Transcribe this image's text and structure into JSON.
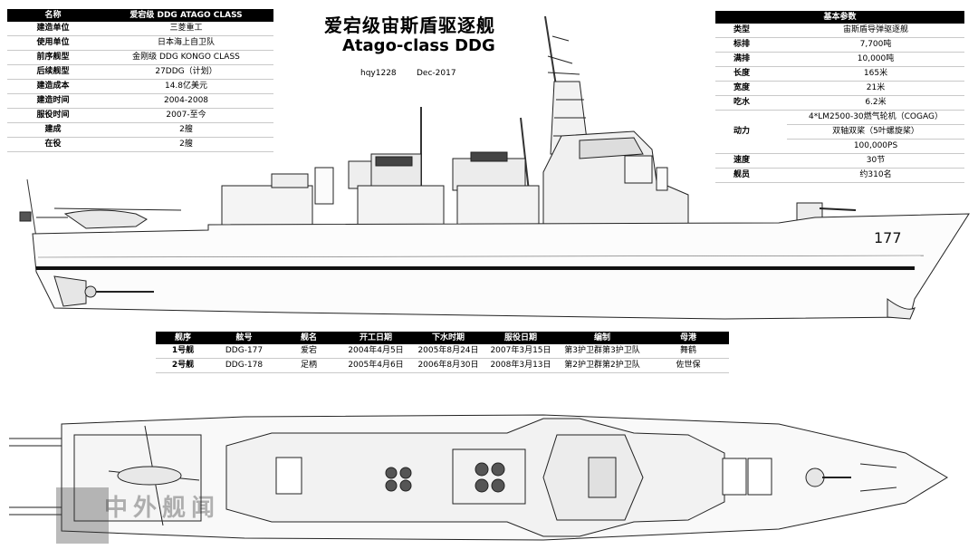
{
  "title_cn": "爱宕级宙斯盾驱逐舰",
  "title_en": "Atago-class DDG",
  "credit_author": "hqy1228",
  "credit_date": "Dec-2017",
  "hull_number": "177",
  "watermark": "中外舰闻",
  "left_spec": {
    "header_key": "名称",
    "header_value": "爱宕级 DDG ATAGO CLASS",
    "rows": [
      {
        "k": "建造单位",
        "v": "三菱重工"
      },
      {
        "k": "使用单位",
        "v": "日本海上自卫队"
      },
      {
        "k": "前序舰型",
        "v": "金刚级 DDG KONGO CLASS"
      },
      {
        "k": "后续舰型",
        "v": "27DDG（计划）"
      },
      {
        "k": "建造成本",
        "v": "14.8亿美元"
      },
      {
        "k": "建造时间",
        "v": "2004-2008"
      },
      {
        "k": "服役时间",
        "v": "2007-至今"
      },
      {
        "k": "建成",
        "v": "2艘"
      },
      {
        "k": "在役",
        "v": "2艘"
      }
    ]
  },
  "right_spec": {
    "header": "基本参数",
    "rows": [
      {
        "k": "类型",
        "v": "宙斯盾导弹驱逐舰"
      },
      {
        "k": "标排",
        "v": "7,700吨"
      },
      {
        "k": "满排",
        "v": "10,000吨"
      },
      {
        "k": "长度",
        "v": "165米"
      },
      {
        "k": "宽度",
        "v": "21米"
      },
      {
        "k": "吃水",
        "v": "6.2米"
      }
    ],
    "power_key": "动力",
    "power_lines": [
      "4*LM2500-30燃气轮机（COGAG）",
      "双轴双桨（5叶螺旋桨）",
      "100,000PS"
    ],
    "tail_rows": [
      {
        "k": "速度",
        "v": "30节"
      },
      {
        "k": "舰员",
        "v": "约310名"
      }
    ]
  },
  "ships_table": {
    "headers": [
      "舰序",
      "舷号",
      "舰名",
      "开工日期",
      "下水时期",
      "服役日期",
      "编制",
      "母港"
    ],
    "rows": [
      [
        "1号舰",
        "DDG-177",
        "爱宕",
        "2004年4月5日",
        "2005年8月24日",
        "2007年3月15日",
        "第3护卫群第3护卫队",
        "舞鹤"
      ],
      [
        "2号舰",
        "DDG-178",
        "足柄",
        "2005年4月6日",
        "2006年8月30日",
        "2008年3月13日",
        "第2护卫群第2护卫队",
        "佐世保"
      ]
    ]
  }
}
